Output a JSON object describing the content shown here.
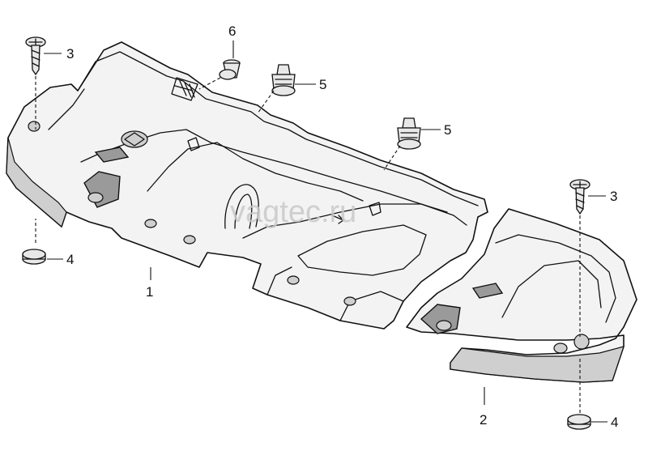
{
  "watermark": "vagtec.ru",
  "callouts": [
    {
      "id": "callout-1",
      "label": "1"
    },
    {
      "id": "callout-2",
      "label": "2"
    },
    {
      "id": "callout-3a",
      "label": "3"
    },
    {
      "id": "callout-3b",
      "label": "3"
    },
    {
      "id": "callout-4a",
      "label": "4"
    },
    {
      "id": "callout-4b",
      "label": "4"
    },
    {
      "id": "callout-5a",
      "label": "5"
    },
    {
      "id": "callout-5b",
      "label": "5"
    },
    {
      "id": "callout-6",
      "label": "6"
    }
  ],
  "colors": {
    "line": "#111111",
    "background": "#ffffff",
    "watermark": "#c9c9c9"
  }
}
